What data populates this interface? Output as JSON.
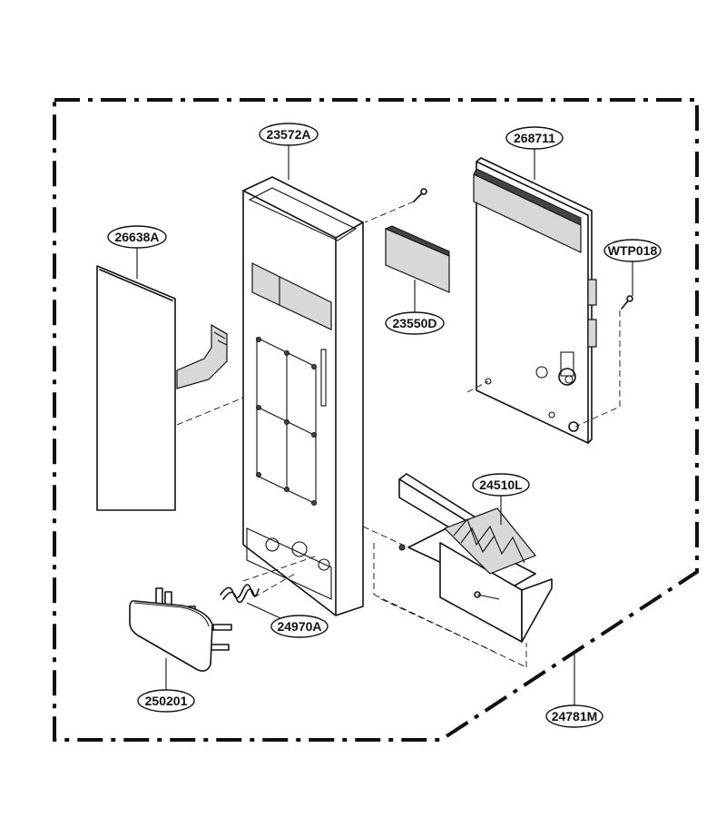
{
  "part_numbers": {
    "frame": "24781M",
    "control_panel": "23572A",
    "membrane_switch": "26638A",
    "window": "23550D",
    "pcb_assembly": "268711",
    "screw": "WTP018",
    "latch_lever": "24510L",
    "spring": "24970A",
    "door_button": "250201"
  },
  "colors": {
    "line": "#111111",
    "shade": "#d8d8d8",
    "background": "#ffffff"
  }
}
